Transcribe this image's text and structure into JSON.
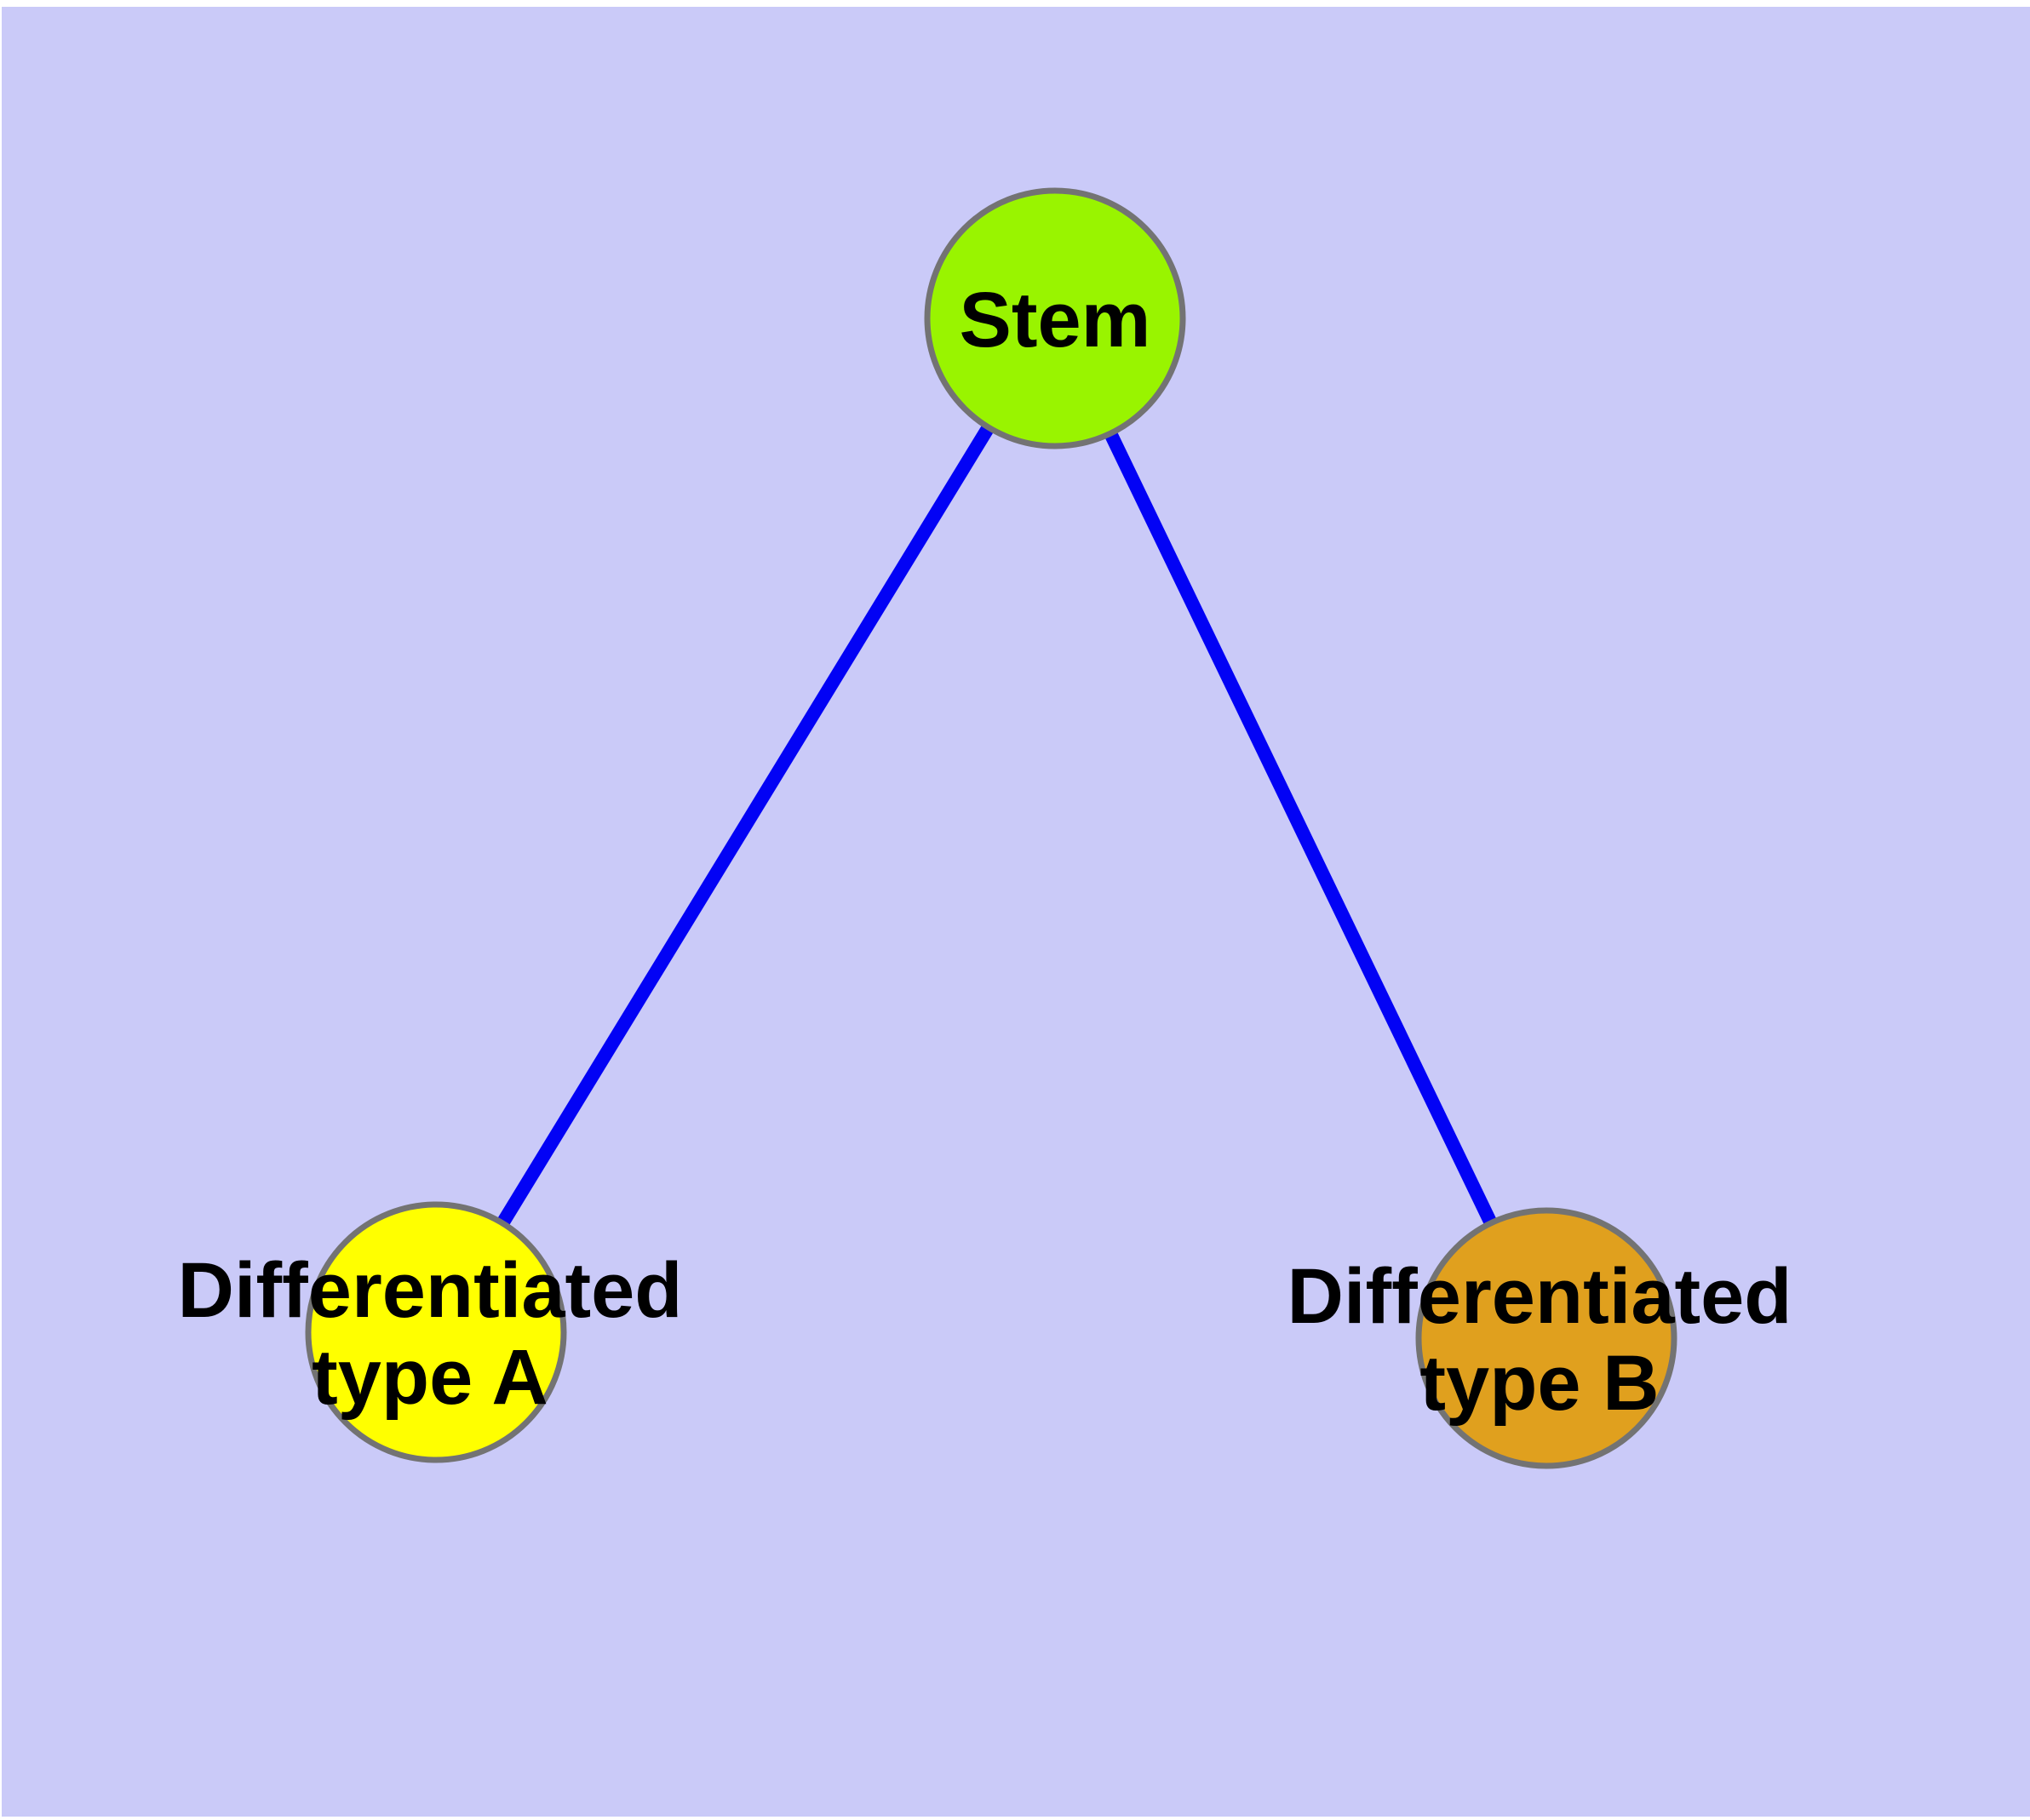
{
  "diagram": {
    "type": "graph",
    "background_color": "#cacaf8",
    "margin_color": "#ffffff",
    "edge_color": "#0202f5",
    "node_border_color": "#737373",
    "text_color": "#000000",
    "nodes": [
      {
        "id": "stem",
        "label": "Stem",
        "line1": "Stem",
        "line2": "",
        "fill": "#99f400",
        "shape": "circle"
      },
      {
        "id": "differentiated-type-a",
        "label": "Differentiated type A",
        "line1": "Differentiated",
        "line2": "type A",
        "fill": "#ffff00",
        "shape": "circle"
      },
      {
        "id": "differentiated-type-b",
        "label": "Differentiated type B",
        "line1": "Differentiated",
        "line2": "type B",
        "fill": "#e0a01e",
        "shape": "circle"
      }
    ],
    "edges": [
      {
        "from": "Stem",
        "to": "Differentiated type A"
      },
      {
        "from": "Stem",
        "to": "Differentiated type B"
      }
    ]
  }
}
